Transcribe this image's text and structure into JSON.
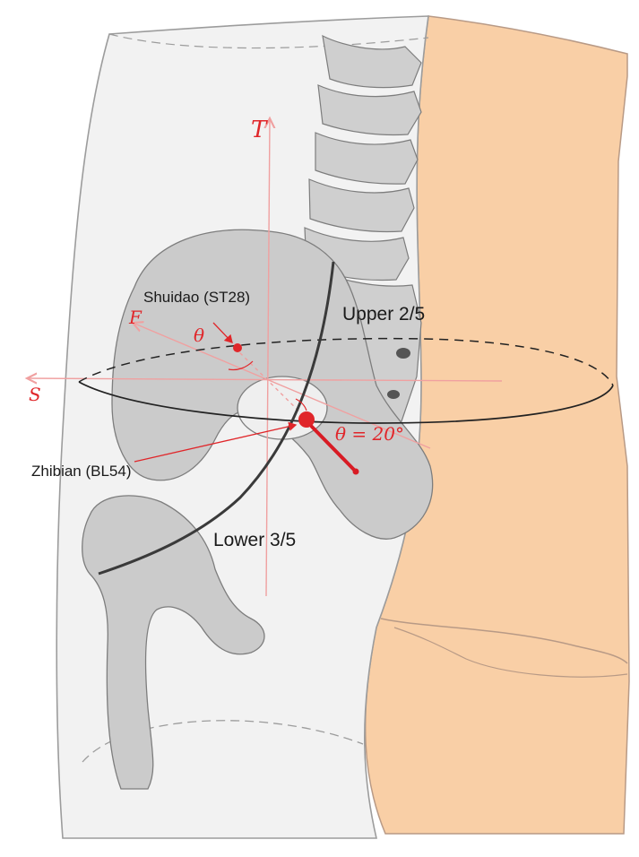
{
  "labels": {
    "shuidao": "Shuidao (ST28)",
    "zhibian": "Zhibian (BL54)",
    "upper": "Upper 2/5",
    "lower": "Lower 3/5"
  },
  "annotations": {
    "axis_t": "T",
    "axis_f": "F",
    "axis_s": "S",
    "theta": "θ",
    "angle": "θ = 20°"
  },
  "colors": {
    "skin": "#f9cfa6",
    "body_outline": "#9c9c9c",
    "bone": "#c8c8c8",
    "axis": "#f0a0a0",
    "acupoint": "#e0262a",
    "needle": "#d81b24"
  },
  "figure": {
    "angle_deg": 20,
    "upper_fraction": "2/5",
    "lower_fraction": "3/5"
  }
}
